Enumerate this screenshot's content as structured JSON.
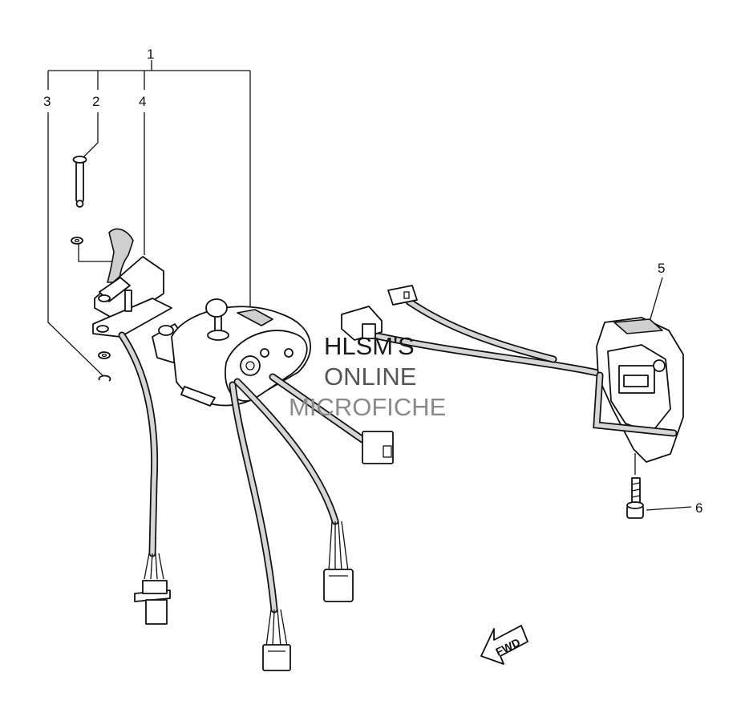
{
  "callouts": {
    "c1": "1",
    "c2": "2",
    "c3": "3",
    "c4": "4",
    "c5": "5",
    "c6": "6"
  },
  "watermark": {
    "line1": "HLSM'S",
    "line2": "ONLINE",
    "line3": "MICROFICHE"
  },
  "fwd_label": "FWD",
  "colors": {
    "line": "#111111",
    "shade": "#cfcfcf",
    "watermark_dark": "#1a1a1a",
    "watermark_mid": "#555555",
    "watermark_light": "#8a8a8a"
  }
}
